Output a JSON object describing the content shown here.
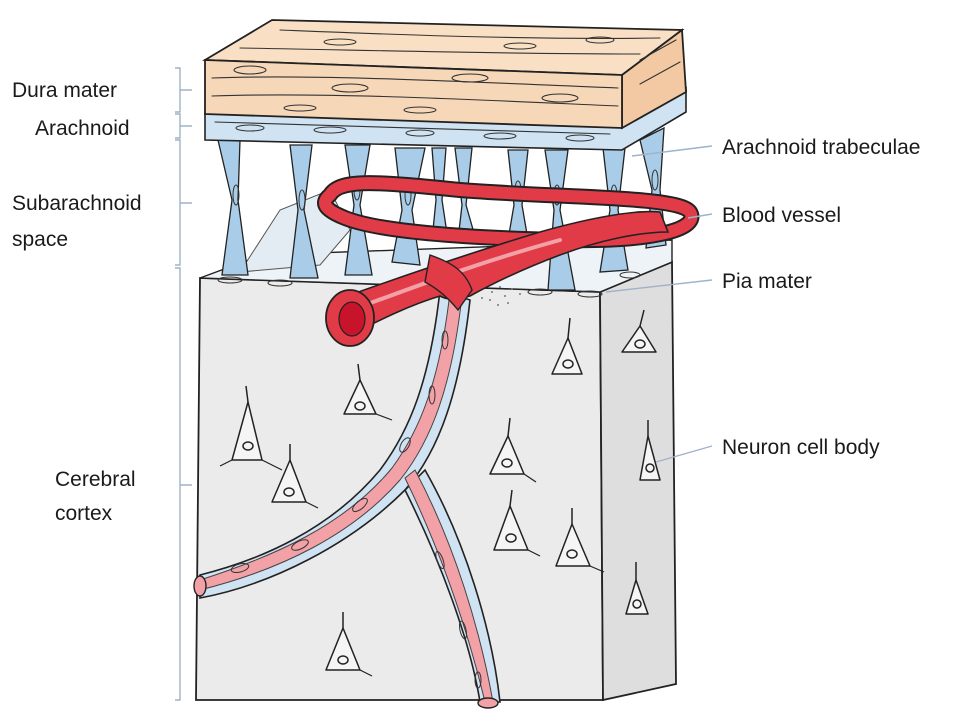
{
  "labels": {
    "dura_mater": "Dura mater",
    "arachnoid": "Arachnoid",
    "subarachnoid_line1": "Subarachnoid",
    "subarachnoid_line2": "space",
    "cerebral_line1": "Cerebral",
    "cerebral_line2": "cortex",
    "arachnoid_trabeculae": "Arachnoid trabeculae",
    "blood_vessel": "Blood vessel",
    "pia_mater": "Pia mater",
    "neuron_cell_body": "Neuron cell body"
  },
  "colors": {
    "dura": "#f6d7b8",
    "arachnoid": "#cfe3f3",
    "trabeculae": "#a9cde9",
    "vessel": "#e23b48",
    "vessel_light": "#f2a1a6",
    "cortex": "#ebebeb",
    "cortex_side": "#dedede",
    "leader_line": "#9fb3c8"
  },
  "icons": [
    "neuron-icon",
    "blood-vessel-icon"
  ]
}
